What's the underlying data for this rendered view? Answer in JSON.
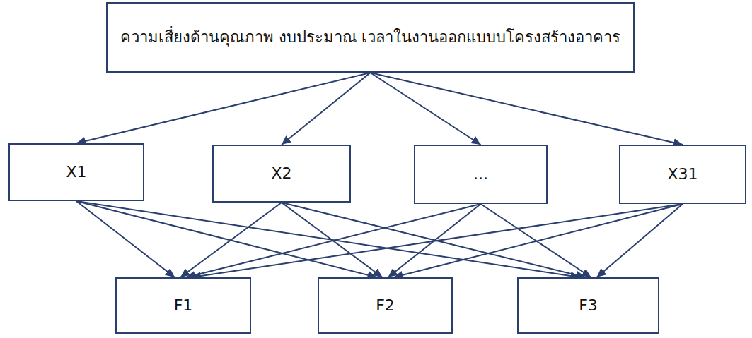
{
  "diagram": {
    "nodes": [
      {
        "text": [
          "ความเสี่ยงด้านคุณภาพ งบประมาณ เวลาในงานออกแบบบโครงสร้างอาคาร"
        ]
      },
      {
        "text": [
          "X1"
        ]
      },
      {
        "text": [
          "X2"
        ]
      },
      {
        "text": [
          "..."
        ]
      },
      {
        "text": [
          "X31"
        ]
      },
      {
        "text": [
          "F1"
        ]
      },
      {
        "text": [
          "F2"
        ]
      },
      {
        "text": [
          "F3"
        ]
      }
    ],
    "edges": [
      {
        "from": 0,
        "to": 1,
        "arrow": "to"
      },
      {
        "from": 0,
        "to": 2,
        "arrow": "to"
      },
      {
        "from": 0,
        "to": 3,
        "arrow": "to"
      },
      {
        "from": 0,
        "to": 4,
        "arrow": "to"
      },
      {
        "from": 1,
        "to": 5,
        "arrow": "to"
      },
      {
        "from": 1,
        "to": 6,
        "arrow": "to"
      },
      {
        "from": 1,
        "to": 7,
        "arrow": "to"
      },
      {
        "from": 2,
        "to": 5,
        "arrow": "to"
      },
      {
        "from": 2,
        "to": 6,
        "arrow": "to"
      },
      {
        "from": 2,
        "to": 7,
        "arrow": "to"
      },
      {
        "from": 3,
        "to": 5,
        "arrow": "to"
      },
      {
        "from": 3,
        "to": 6,
        "arrow": "to"
      },
      {
        "from": 3,
        "to": 7,
        "arrow": "to"
      },
      {
        "from": 4,
        "to": 5,
        "arrow": "to"
      },
      {
        "from": 4,
        "to": 6,
        "arrow": "to"
      },
      {
        "from": 4,
        "to": 7,
        "arrow": "to"
      }
    ]
  }
}
